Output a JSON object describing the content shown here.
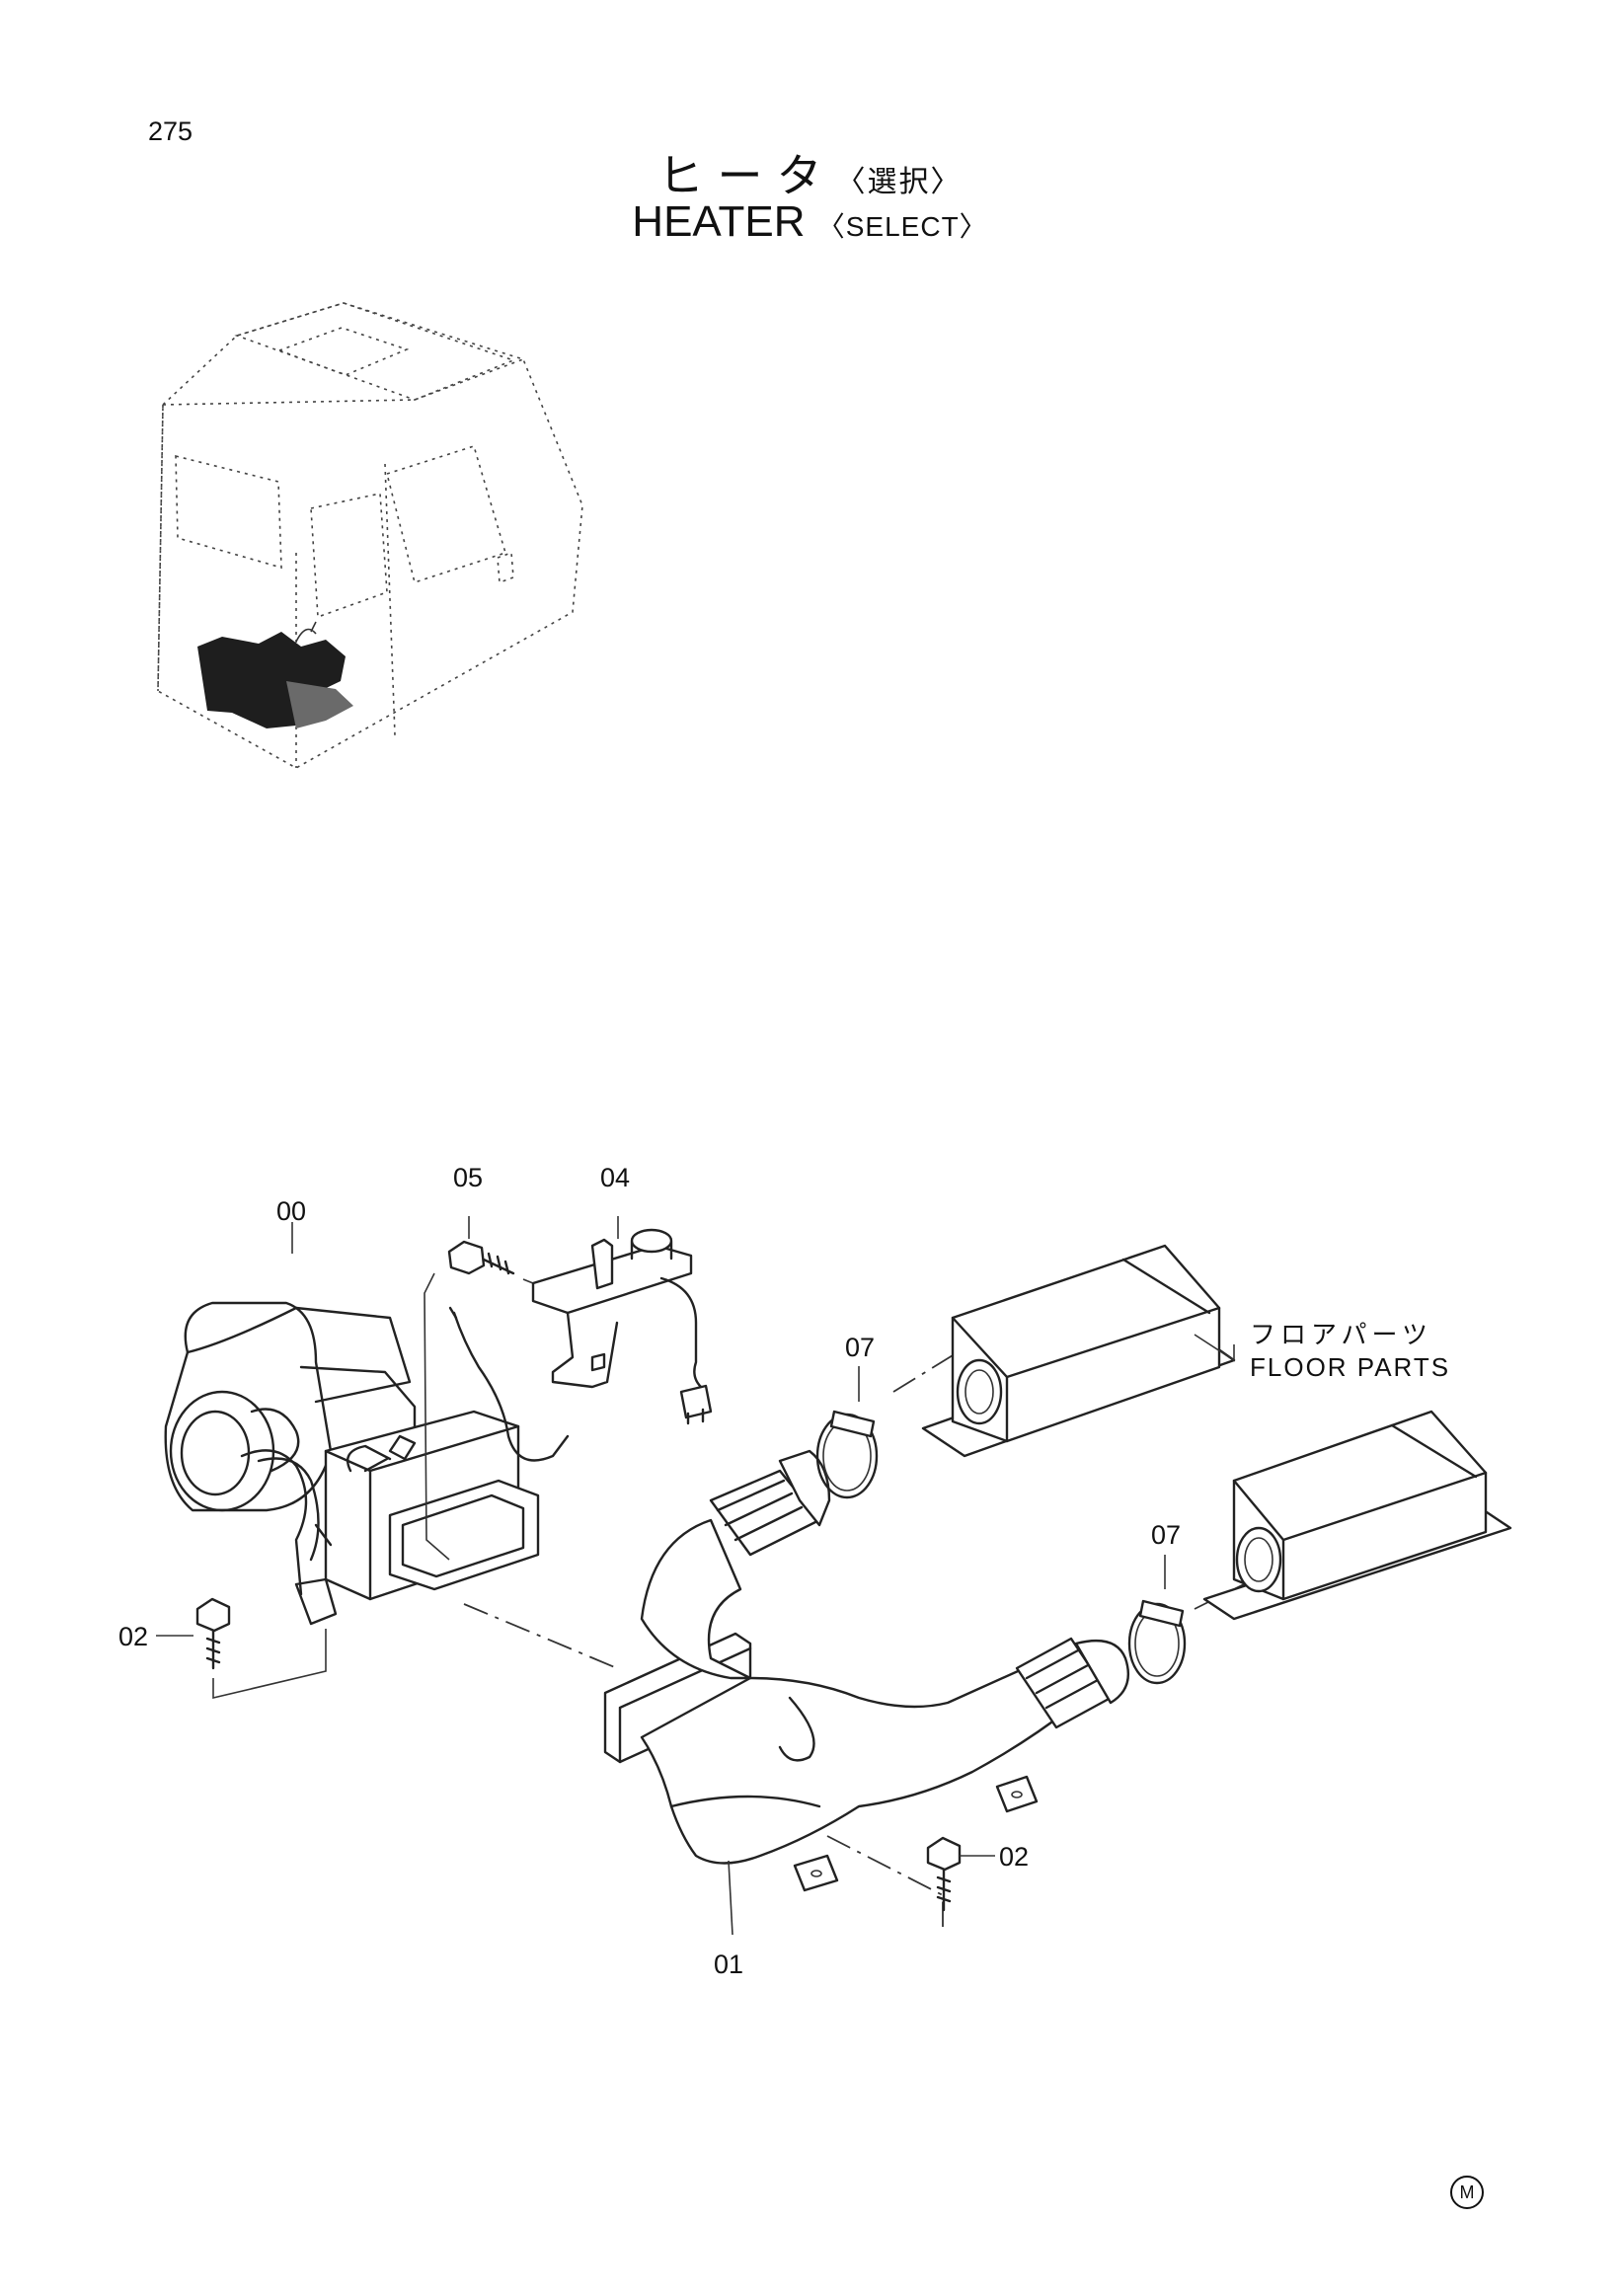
{
  "page": {
    "number": "275"
  },
  "title": {
    "japanese": "ヒータ",
    "japanese_note": "〈選択〉",
    "english": "HEATER",
    "english_note": "〈SELECT〉"
  },
  "callouts": {
    "heater_assembly": "00",
    "duct": "01",
    "bolt_left": "02",
    "bolt_right": "02",
    "control_bracket": "04",
    "screw": "05",
    "clamp_upper": "07",
    "clamp_lower": "07"
  },
  "floor_parts": {
    "japanese": "フロアパーツ",
    "english": "FLOOR PARTS"
  },
  "footer": {
    "mark": "M"
  }
}
